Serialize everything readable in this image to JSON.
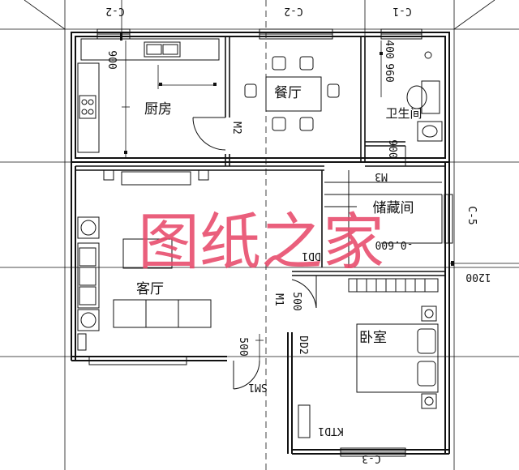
{
  "rooms": {
    "kitchen": "厨房",
    "dining": "餐厅",
    "bathroom": "卫生间",
    "storage": "储藏间",
    "living": "客厅",
    "bedroom": "卧室"
  },
  "window_tags": {
    "c2_left": "C-2",
    "c2_mid": "C-2",
    "c1": "C-1",
    "c5": "C-5",
    "c3": "C-3"
  },
  "door_tags": {
    "m2": "M2",
    "m3": "M3",
    "m1": "M1",
    "dd1": "DD1",
    "dd2": "DD2",
    "sm1": "SM1",
    "ktd1": "KTD1"
  },
  "dimensions": {
    "d900_kitchen": "900",
    "d400": "400",
    "d960": "960",
    "d900_bath": "900",
    "elev": "-0.600",
    "d1200": "1200",
    "d500_bed": "500",
    "d500_living": "500"
  },
  "watermark": "图纸之家",
  "colors": {
    "line": "#111111",
    "watermark": "#e84a6a"
  }
}
